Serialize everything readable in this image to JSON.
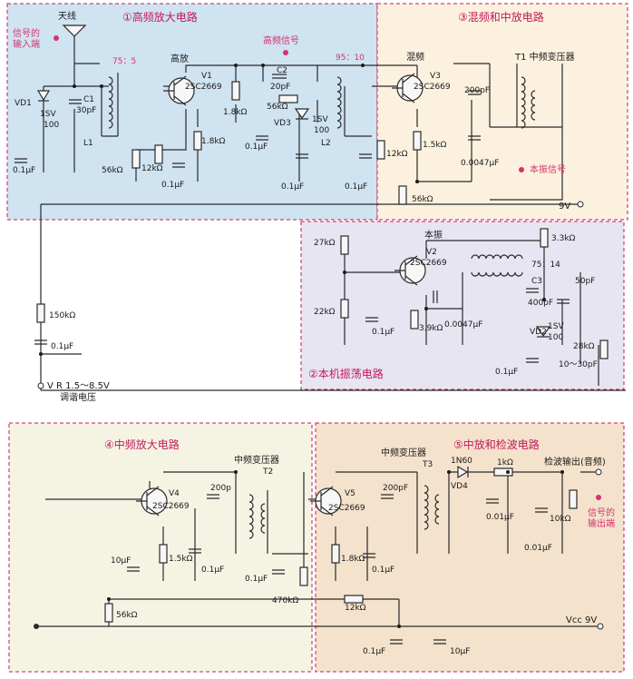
{
  "sections": {
    "rf_amp": "①高频放大电路",
    "mixer_if": "③混频和中放电路",
    "local_osc": "②本机振荡电路",
    "if_amp": "④中频放大电路",
    "if_detect": "⑤中放和检波电路"
  },
  "annotations": {
    "antenna": "天线",
    "signal_input_1": "信号的",
    "signal_input_2": "输入端",
    "rf_signal": "高频信号",
    "rf_amp_label": "高放",
    "mixer_label": "混频",
    "if_transformer_t1": "T1 中频变压器",
    "local_osc_signal": "本振信号",
    "local_osc_label": "本振",
    "if_transformer_t2": "中频变压器",
    "if_transformer_t3": "中频变压器",
    "detect_output": "检波输出(音频)",
    "signal_output_1": "信号的",
    "signal_output_2": "输出端",
    "tuning_voltage": "调谐电压",
    "vr_label": "V R 1.5～8.5V",
    "vcc": "Vcc 9V",
    "v9_top": "9V"
  },
  "components": {
    "VD1": "VD1",
    "VD1_type": "1SV",
    "VD1_val": "100",
    "C1": "C1",
    "C1_val": "30pF",
    "L1": "L1",
    "L1_ratio": "75：5",
    "V1": "V1",
    "V1_type": "2SC2669",
    "C2": "C2",
    "C2_val": "20pF",
    "VD3": "VD3",
    "VD3_type": "1SV",
    "VD3_val": "100",
    "L2": "L2",
    "L2_ratio": "95：10",
    "V3": "V3",
    "V3_type": "2SC2669",
    "T1": "T1",
    "V2": "V2",
    "V2_type": "2SC2669",
    "osc_ratio": "75：14",
    "C3": "C3",
    "C3_val": "400pF",
    "VD2": "VD2",
    "VD2_type": "1SV",
    "VD2_val": "100",
    "trim_10_30": "10～30pF",
    "trim_50pF": "50pF",
    "V4": "V4",
    "V4_type": "2SC2669",
    "T2": "T2",
    "V5": "V5",
    "V5_type": "2SC2669",
    "T3": "T3",
    "VD4": "VD4",
    "VD4_type": "1N60",
    "r_1k8_a": "1.8kΩ",
    "r_1k8_b": "1.8kΩ",
    "r_1k8_c": "1.8kΩ",
    "r_12k_a": "12kΩ",
    "r_12k_b": "12kΩ",
    "r_12k_c": "12kΩ",
    "r_56k_a": "56kΩ",
    "r_56k_b": "56kΩ",
    "r_56k_c": "56kΩ",
    "r_56k_d": "56kΩ",
    "r_1k5_a": "1.5kΩ",
    "r_1k5_b": "1.5kΩ",
    "r_27k": "27kΩ",
    "r_22k": "22kΩ",
    "r_3k9": "3.9kΩ",
    "r_3k3": "3.3kΩ",
    "r_28k": "28kΩ",
    "r_150k": "150kΩ",
    "r_470k": "470kΩ",
    "r_1k": "1kΩ",
    "r_10k": "10kΩ",
    "c_01u": "0.1μF",
    "c_0047u": "0.0047μF",
    "c_001u": "0.01μF",
    "c_200p": "200pF",
    "c_200p_b": "200p",
    "c_10u": "10μF"
  }
}
